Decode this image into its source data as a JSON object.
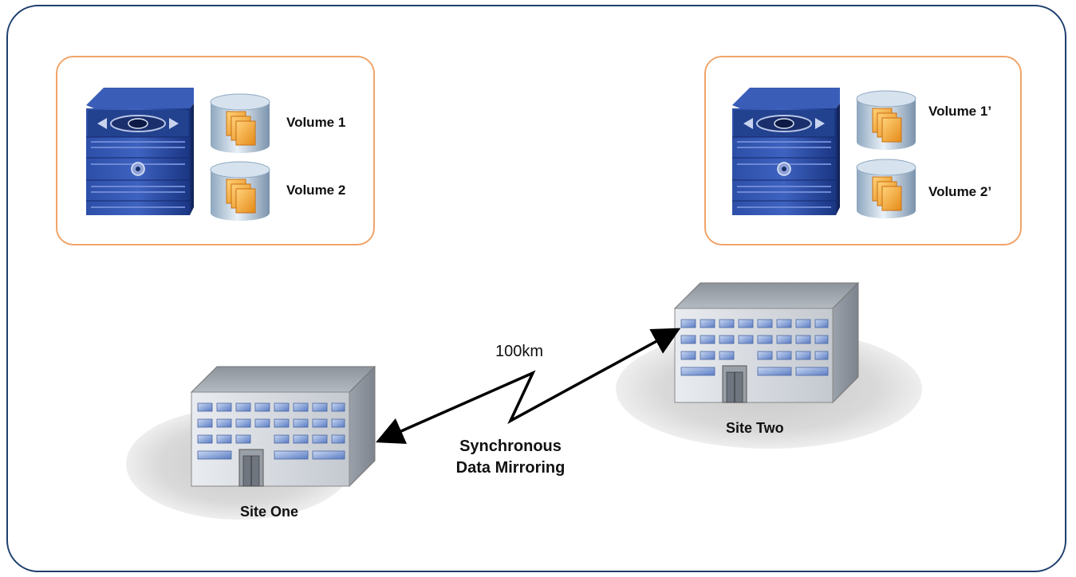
{
  "site_one": {
    "label": "Site One",
    "volumes": [
      "Volume 1",
      "Volume 2"
    ]
  },
  "site_two": {
    "label": "Site Two",
    "volumes": [
      "Volume 1’",
      "Volume 2’"
    ]
  },
  "link": {
    "distance": "100km",
    "mirroring_line1": "Synchronous",
    "mirroring_line2": "Data Mirroring"
  },
  "colors": {
    "frame": "#1f3f6e",
    "site_box_border": "#f0a46a",
    "storage_blue": "#1e3d8f",
    "document_orange": "#f0a030"
  },
  "icons": [
    "storage-array-icon",
    "disk-volume-icon",
    "office-building-icon",
    "lightning-link-icon"
  ]
}
